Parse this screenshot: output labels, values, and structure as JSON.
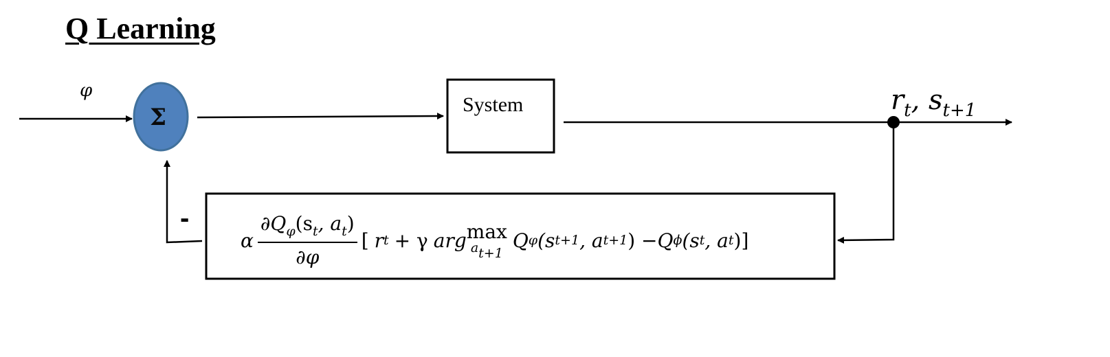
{
  "title": "Q Learning",
  "diagram": {
    "input_label": "φ",
    "summing_junction": {
      "symbol": "Σ",
      "fill": "#4f81bd",
      "stroke": "#41719c"
    },
    "system_label": "System",
    "output_label": {
      "main_r": "r",
      "sub_r": "t",
      "main_s": "s",
      "sub_s": "t+1"
    },
    "feedback_sign": "-",
    "feedback_formula": {
      "alpha": "α",
      "numerator": "∂Q",
      "numerator_sub": "φ",
      "numerator_args": "(s",
      "numerator_args_sub1": "t",
      "numerator_args_mid": ", a",
      "numerator_args_sub2": "t",
      "numerator_args_close": ")",
      "denominator": "∂φ",
      "open_bracket": "[",
      "r": "r",
      "r_sub": "t",
      "plus_gamma": "+ γ",
      "arg": "arg",
      "max": "max",
      "max_under": "a",
      "max_under_sub": "t+1",
      "q1": "Q",
      "q1_sub": "φ",
      "q1_args_open": "(s",
      "q1_args_sub1": "t+1",
      "q1_args_mid": ", a",
      "q1_args_sub2": "t+1",
      "q1_args_close": ") − ",
      "q2": "Q",
      "q2_sub": "ϕ",
      "q2_args_open": "(s",
      "q2_args_sub1": "t",
      "q2_args_mid": ", a",
      "q2_args_sub2": "t",
      "q2_args_close": ")]"
    }
  }
}
